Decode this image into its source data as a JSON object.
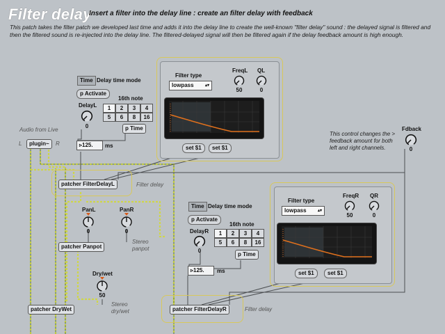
{
  "header": {
    "title": "Filter delay",
    "subtitle": "Insert a filter into the delay line : create an filter delay with feedback",
    "description": "This patch takes the filter patch we developed last time and adds it into the delay line to create the well-known \"filter delay\" sound : the delayed signal is filtered and then the filtered sound is re-injected into the delay line. The filtered-delayed signal will then be filtered again if the delay feedback amount is high enough."
  },
  "left": {
    "time_toggle": "Time",
    "time_mode_label": "Delay time mode",
    "activate_message": "p Activate",
    "sixteenth_label": "16th note",
    "grid": [
      "1",
      "2",
      "3",
      "4",
      "5",
      "6",
      "8",
      "16"
    ],
    "knob_label": "DelayL",
    "knob_value": "0",
    "p_time": "p Time",
    "number_value": "125.",
    "ms_label": "ms",
    "patcher": "patcher FilterDelayL",
    "patcher_comment": "Filter delay"
  },
  "right": {
    "time_toggle": "Time",
    "time_mode_label": "Delay time mode",
    "activate_message": "p Activate",
    "sixteenth_label": "16th note",
    "grid": [
      "1",
      "2",
      "3",
      "4",
      "5",
      "6",
      "8",
      "16"
    ],
    "knob_label": "DelayR",
    "knob_value": "0",
    "p_time": "p Time",
    "number_value": "125.",
    "ms_label": "ms",
    "patcher": "patcher FilterDelayR",
    "patcher_comment": "Filter delay"
  },
  "filterL": {
    "type_label": "Filter type",
    "type_value": "lowpass",
    "freq_label": "FreqL",
    "freq_value": "50",
    "q_label": "QL",
    "q_value": "0",
    "set1": "set $1",
    "set2": "set $1"
  },
  "filterR": {
    "type_label": "Filter type",
    "type_value": "lowpass",
    "freq_label": "FreqR",
    "freq_value": "50",
    "q_label": "QR",
    "q_value": "0",
    "set1": "set $1",
    "set2": "set $1"
  },
  "audio": {
    "label": "Audio from Live",
    "l": "L",
    "r": "R",
    "plugin": "plugin~"
  },
  "panpot": {
    "panl_label": "PanL",
    "panl_value": "0",
    "panr_label": "PanR",
    "panr_value": "0",
    "patcher": "patcher Panpot",
    "comment_line1": "Stereo",
    "comment_line2": "panpot"
  },
  "drywet": {
    "label": "Dry/wet",
    "value": "50",
    "patcher": "patcher DryWet",
    "comment_line1": "Stereo",
    "comment_line2": "dry/wet"
  },
  "feedback": {
    "comment": "This control changes the > feedback amount for both left and right channels.",
    "label": "Fdback",
    "value": "0"
  },
  "colors": {
    "background": "#bdc2c7",
    "yellow_box": "#d8c85a",
    "patch_cord": "#6b8e23",
    "curve": "#e0701c"
  }
}
